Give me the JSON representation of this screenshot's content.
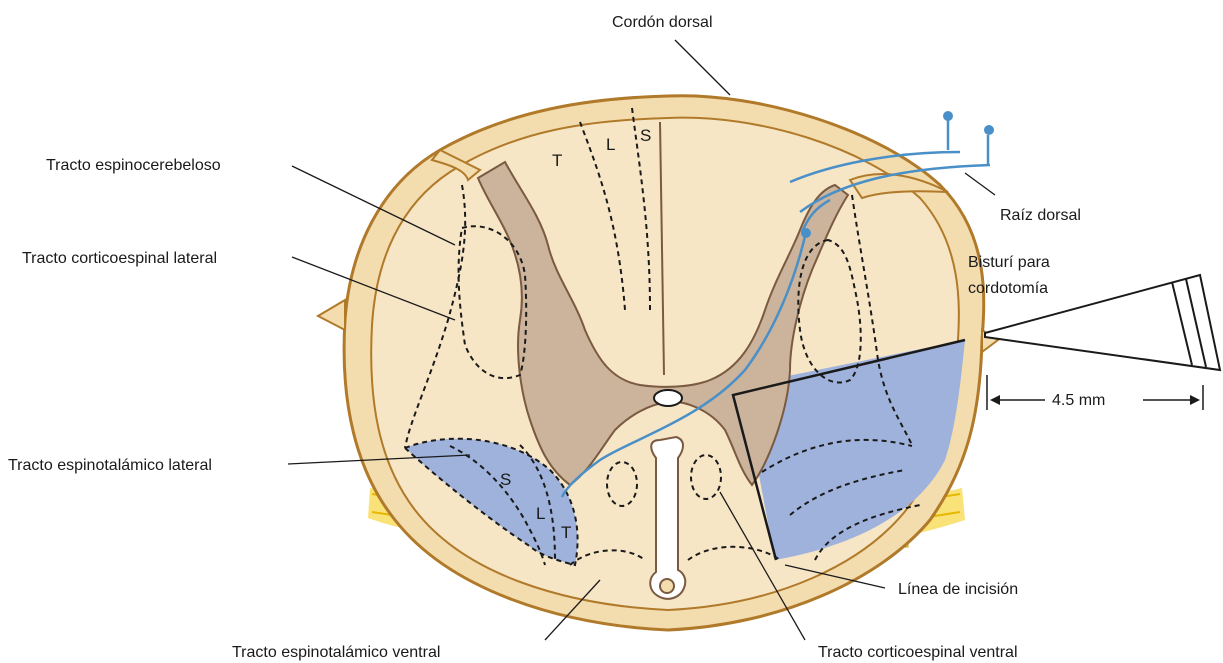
{
  "labels": {
    "dorsal_column": "Cordón dorsal",
    "spinocerebellar_tract": "Tracto espinocerebeloso",
    "lateral_corticospinal_tract": "Tracto corticoespinal lateral",
    "dorsal_root": "Raíz dorsal",
    "cordotomy_knife_line1": "Bisturí para",
    "cordotomy_knife_line2": "cordotomía",
    "distance": "4.5 mm",
    "lateral_spinothalamic_tract": "Tracto espinotalámico lateral",
    "incision_line": "Línea de incisión",
    "ventral_spinothalamic_tract": "Tracto espinotalámico ventral",
    "ventral_corticospinal_tract": "Tracto corticoespinal ventral"
  },
  "segment_marks": {
    "dorsal": [
      "T",
      "L",
      "S"
    ],
    "spinothalamic": [
      "S",
      "L",
      "T"
    ]
  },
  "colors": {
    "cord_outer": "#f3dcae",
    "cord_border": "#b07a2a",
    "white_matter": "#f7e6c6",
    "gray_matter": "#cbb39c",
    "gray_border": "#7a5a40",
    "tract_highlight": "#9fb2dc",
    "nerve_fiber": "#4a90c8",
    "root_yellow": "#f7d84a"
  }
}
